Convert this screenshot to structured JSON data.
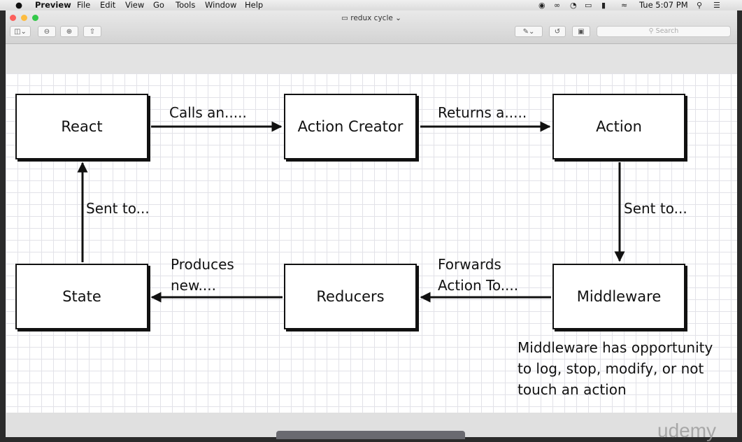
{
  "menubar": {
    "app_name": "Preview",
    "items": [
      "File",
      "Edit",
      "View",
      "Go",
      "Tools",
      "Window",
      "Help"
    ],
    "clock": "Tue 5:07 PM"
  },
  "window": {
    "title": "redux cycle",
    "search_placeholder": "Search",
    "toolbar_icons": [
      "sidebar-icon",
      "zoom-out-icon",
      "zoom-in-icon",
      "share-icon",
      "markup-icon",
      "rotate-icon",
      "toolbox-icon"
    ]
  },
  "diagram": {
    "nodes": {
      "react": "React",
      "action_creator": "Action Creator",
      "action": "Action",
      "state": "State",
      "reducers": "Reducers",
      "middleware": "Middleware"
    },
    "edge_labels": {
      "calls_an": "Calls an.....",
      "returns_a": "Returns a.....",
      "sent_to_right": "Sent to...",
      "sent_to_left": "Sent to...",
      "produces_line1": "Produces",
      "produces_line2": "new....",
      "forwards_line1": "Forwards",
      "forwards_line2": "Action To...."
    },
    "note_lines": [
      "Middleware has opportunity",
      "to log, stop, modify, or not",
      "touch an action"
    ]
  },
  "watermark": "udemy"
}
